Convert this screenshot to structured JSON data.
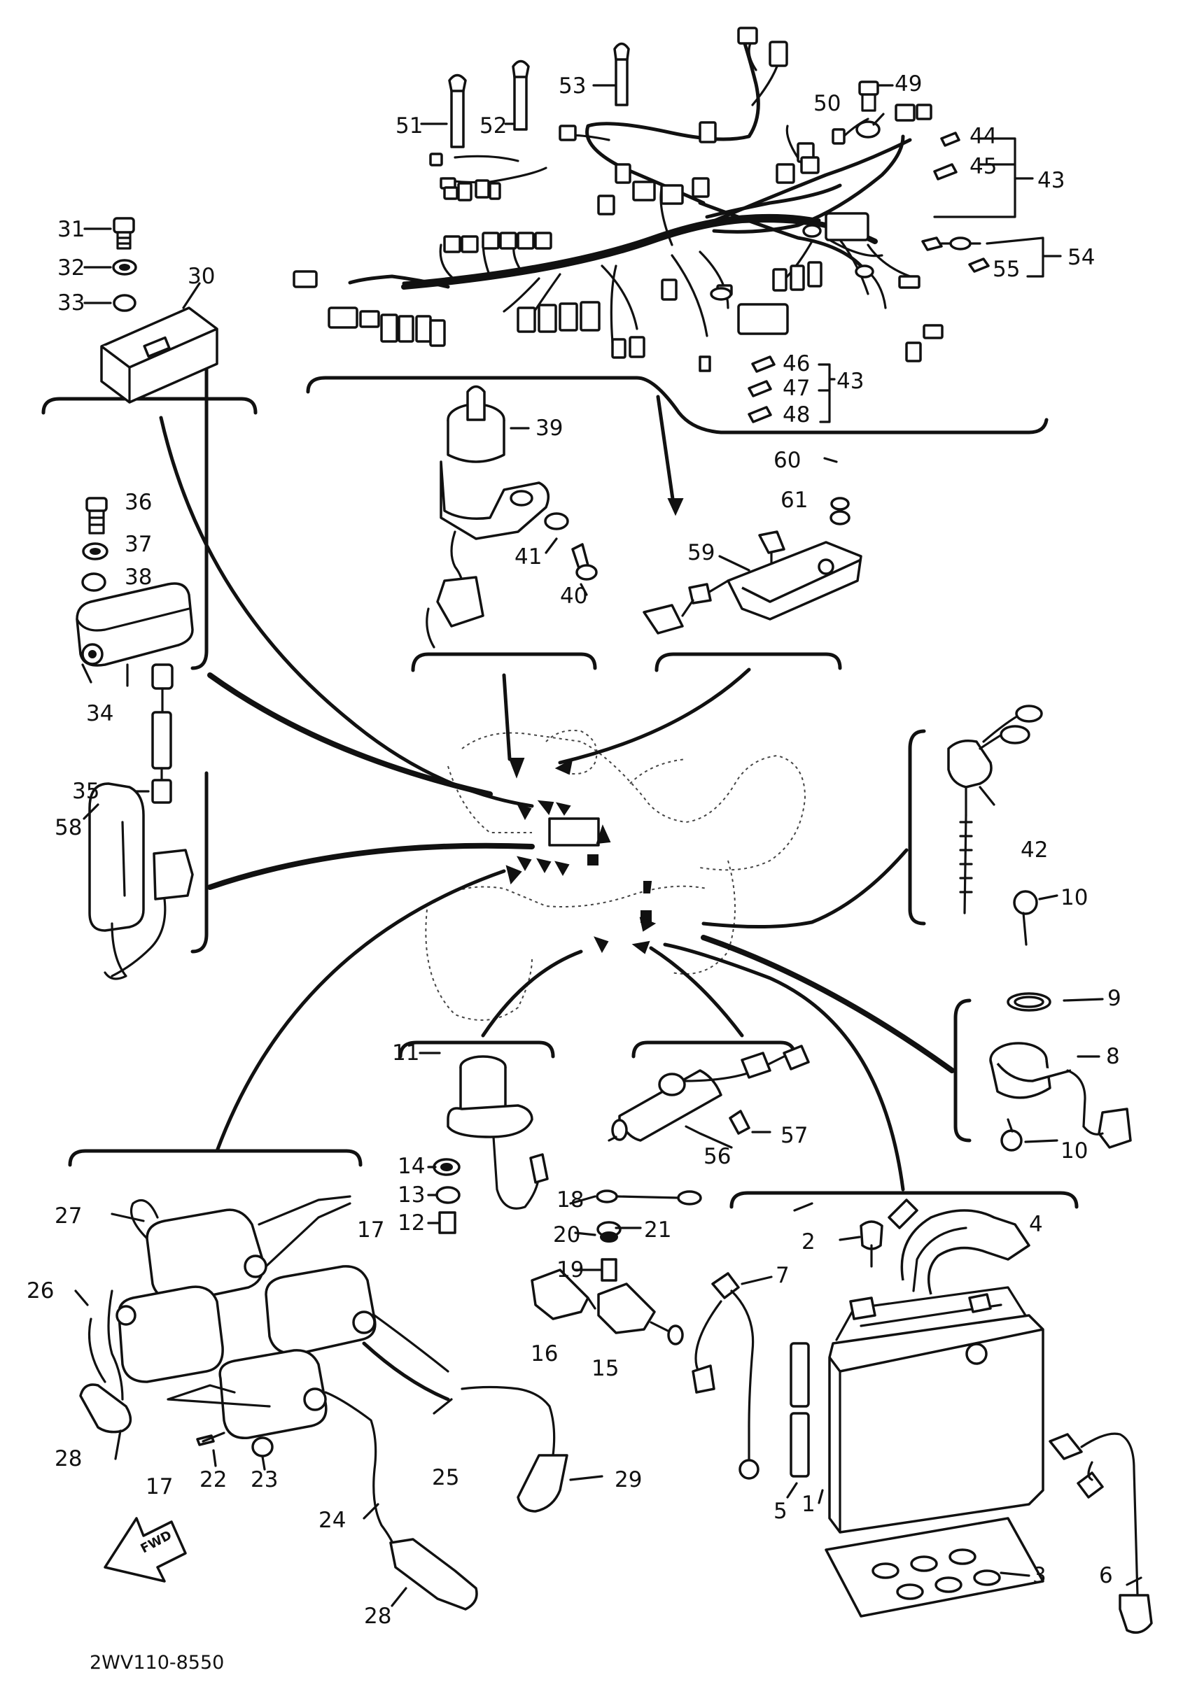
{
  "diagram_code": "2WV110-8550",
  "fwd_label": "FWD",
  "callouts": [
    "1",
    "2",
    "3",
    "4",
    "5",
    "6",
    "7",
    "8",
    "9",
    "10",
    "10",
    "11",
    "12",
    "13",
    "14",
    "15",
    "16",
    "17",
    "17",
    "18",
    "19",
    "20",
    "21",
    "22",
    "23",
    "24",
    "25",
    "26",
    "27",
    "28",
    "28",
    "29",
    "30",
    "31",
    "32",
    "33",
    "34",
    "35",
    "36",
    "37",
    "38",
    "39",
    "40",
    "41",
    "42",
    "43",
    "43",
    "44",
    "45",
    "46",
    "47",
    "48",
    "49",
    "50",
    "51",
    "52",
    "53",
    "54",
    "55",
    "56",
    "57",
    "58",
    "59",
    "60",
    "61"
  ]
}
